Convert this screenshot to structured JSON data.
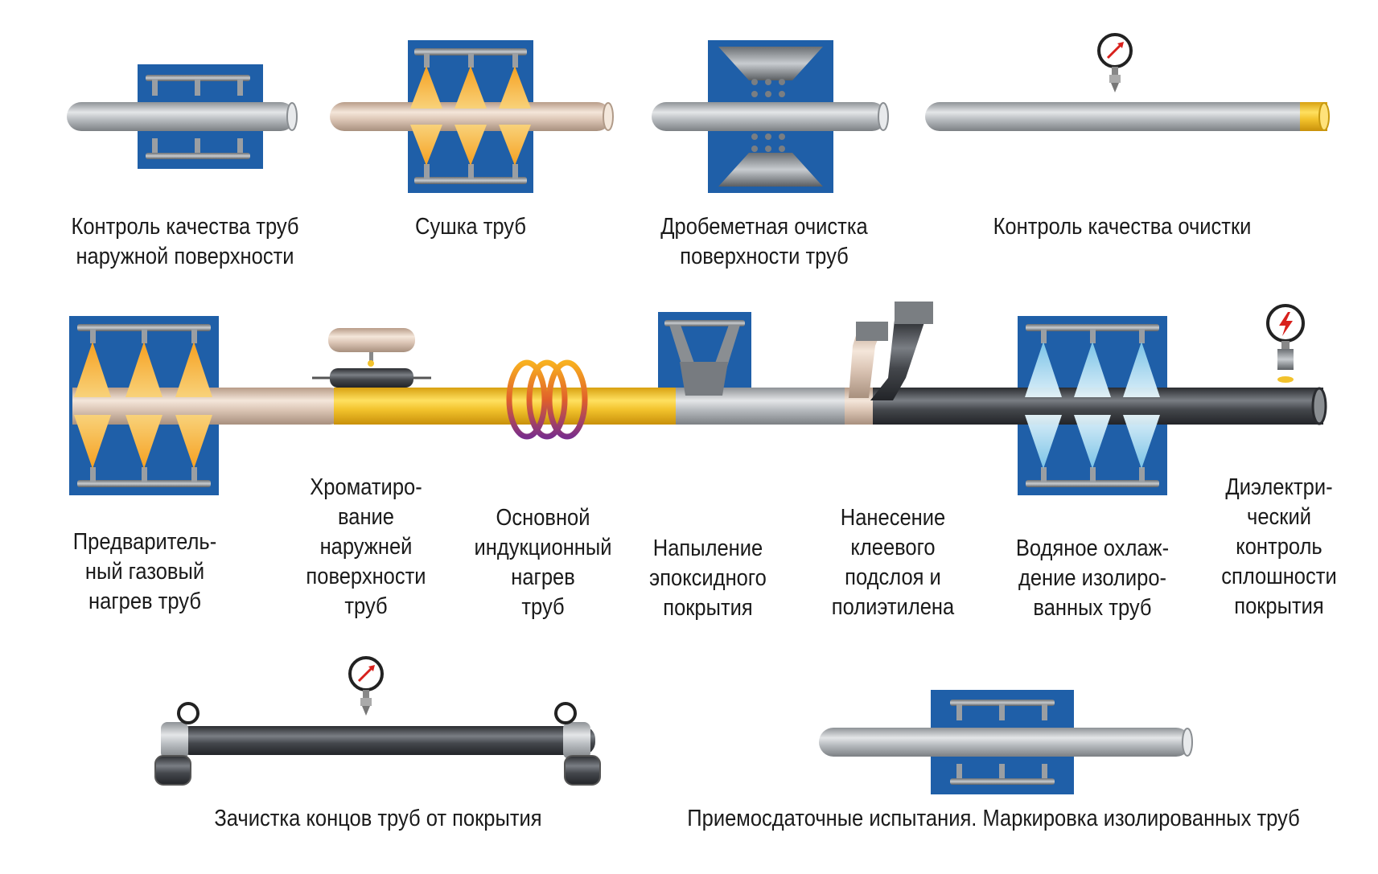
{
  "captions": {
    "s1": "Контроль качества труб\nнаружной поверхности",
    "s2": "Сушка труб",
    "s3": "Дробеметная очистка\nповерхности труб",
    "s4": "Контроль качества очистки",
    "s5": "Предваритель-\nный газовый\nнагрев труб",
    "s6": "Хроматиро-\nвание\nнаружней\nповерхности\nтруб",
    "s7": "Основной\nиндукционный\nнагрев\nтруб",
    "s8": "Напыление\nэпоксидного\nпокрытия",
    "s9": "Нанесение\nклеевого\nподслоя и\nполиэтилена",
    "s10": "Водяное охлаж-\nдение изолиро-\nванных труб",
    "s11": "Диэлектри-\nческий\nконтроль\nсплошности\nпокрытия",
    "s12": "Зачистка концов труб от покрытия",
    "s13": "Приемосдаточные испытания. Маркировка изолированных труб"
  },
  "colors": {
    "station_blue": "#1f5fa8",
    "pipe_grey": "#b4b8bc",
    "pipe_dark": "#4a4c50",
    "pipe_warm": "#d8c4b4",
    "chromate_yellow": "#f2c22c",
    "flame_orange": "#f08a1a",
    "water_blue": "#bfe6f6",
    "gauge_red": "#d8201c"
  },
  "icons": [
    "gauge-icon",
    "dielectric-gauge-icon",
    "flame-icon",
    "water-spray-icon",
    "induction-coil-icon",
    "shot-blast-icon"
  ]
}
